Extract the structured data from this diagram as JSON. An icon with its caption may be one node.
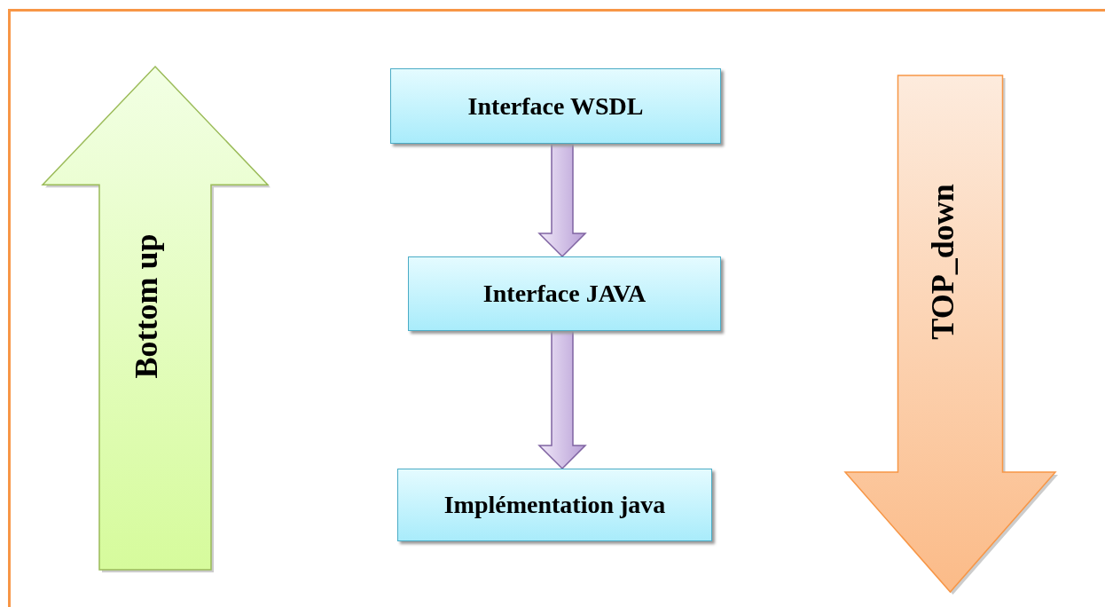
{
  "diagram": {
    "nodes": [
      {
        "text": [
          "Bottom up"
        ]
      },
      {
        "text": [
          "Interface WSDL"
        ]
      },
      {
        "text": [
          "Interface JAVA"
        ]
      },
      {
        "text": [
          "Implémentation java"
        ]
      },
      {
        "text": [
          "TOP_down"
        ]
      }
    ],
    "edges": [
      {
        "from": 1,
        "to": 2,
        "arrow": "to"
      },
      {
        "from": 2,
        "to": 3,
        "arrow": "to"
      }
    ]
  }
}
